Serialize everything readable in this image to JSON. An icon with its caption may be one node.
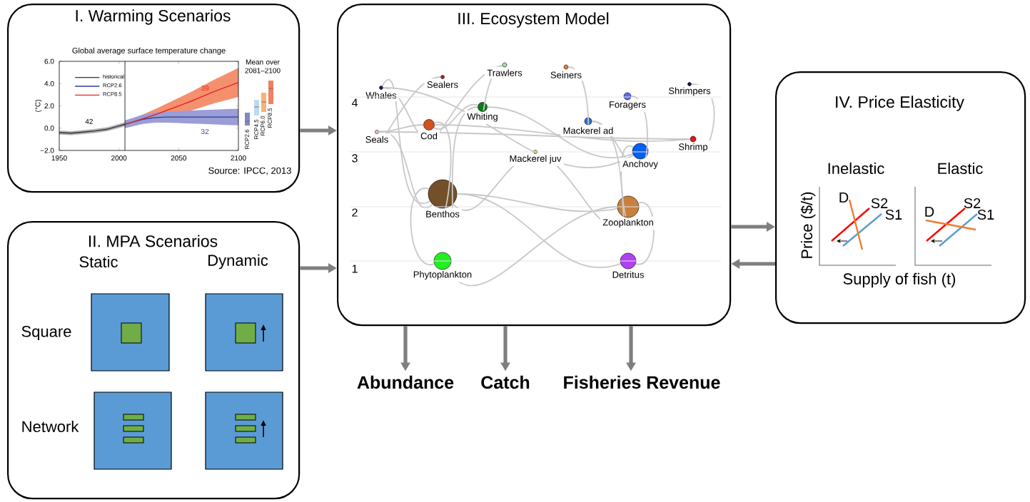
{
  "diagram": {
    "nodes": [
      {
        "text": [
          "I. Warming Scenarios"
        ]
      },
      {
        "text": [
          "II. MPA Scenarios"
        ]
      },
      {
        "text": [
          "III. Ecosystem Model"
        ]
      },
      {
        "text": [
          "IV. Price Elasticity"
        ]
      },
      {
        "text": [
          "Abundance"
        ]
      },
      {
        "text": [
          "Catch"
        ]
      },
      {
        "text": [
          "Fisheries Revenue"
        ]
      },
      {
        "text": [
          "Whales"
        ],
        "in": 2
      },
      {
        "text": [
          "Sealers"
        ],
        "in": 2
      },
      {
        "text": [
          "Trawlers"
        ],
        "in": 2
      },
      {
        "text": [
          "Seiners"
        ],
        "in": 2
      },
      {
        "text": [
          "Shrimpers"
        ],
        "in": 2
      },
      {
        "text": [
          "Foragers"
        ],
        "in": 2
      },
      {
        "text": [
          "Whiting"
        ],
        "in": 2
      },
      {
        "text": [
          "Cod"
        ],
        "in": 2
      },
      {
        "text": [
          "Mackerel ad"
        ],
        "in": 2
      },
      {
        "text": [
          "Seals"
        ],
        "in": 2
      },
      {
        "text": [
          "Shrimp"
        ],
        "in": 2
      },
      {
        "text": [
          "Anchovy"
        ],
        "in": 2
      },
      {
        "text": [
          "Mackerel juv"
        ],
        "in": 2
      },
      {
        "text": [
          "Benthos"
        ],
        "in": 2
      },
      {
        "text": [
          "Zooplankton"
        ],
        "in": 2
      },
      {
        "text": [
          "Phytoplankton"
        ],
        "in": 2
      },
      {
        "text": [
          "Detritus"
        ],
        "in": 2
      }
    ],
    "edges": [
      {
        "from": 0,
        "to": 2,
        "arrow": "to",
        "style": "thick",
        "color": "#7f7f7f"
      },
      {
        "from": 1,
        "to": 2,
        "arrow": "to",
        "style": "thick",
        "color": "#7f7f7f"
      },
      {
        "from": 2,
        "to": 3,
        "arrow": "to",
        "style": "thick",
        "color": "#7f7f7f"
      },
      {
        "from": 3,
        "to": 2,
        "arrow": "to",
        "style": "thick",
        "color": "#7f7f7f"
      },
      {
        "from": 2,
        "to": 4,
        "arrow": "to",
        "style": "thick",
        "color": "#7f7f7f"
      },
      {
        "from": 2,
        "to": 5,
        "arrow": "to",
        "style": "thick",
        "color": "#7f7f7f"
      },
      {
        "from": 2,
        "to": 6,
        "arrow": "to",
        "style": "thick",
        "color": "#7f7f7f"
      },
      {
        "from": 8,
        "to": 16,
        "arrow": "none"
      },
      {
        "from": 9,
        "to": 14,
        "arrow": "none"
      },
      {
        "from": 9,
        "to": 13,
        "arrow": "none"
      },
      {
        "from": 7,
        "to": 14,
        "arrow": "none"
      },
      {
        "from": 7,
        "to": 18,
        "arrow": "none"
      },
      {
        "from": 7,
        "to": 20,
        "arrow": "none"
      },
      {
        "from": 10,
        "to": 15,
        "arrow": "none"
      },
      {
        "from": 12,
        "to": 18,
        "arrow": "none"
      },
      {
        "from": 11,
        "to": 17,
        "arrow": "none"
      },
      {
        "from": 13,
        "to": 18,
        "arrow": "none"
      },
      {
        "from": 13,
        "to": 20,
        "arrow": "none"
      },
      {
        "from": 14,
        "to": 20,
        "arrow": "none"
      },
      {
        "from": 14,
        "to": 17,
        "arrow": "none"
      },
      {
        "from": 14,
        "to": 13,
        "arrow": "none"
      },
      {
        "from": 16,
        "to": 17,
        "arrow": "none"
      },
      {
        "from": 16,
        "to": 20,
        "arrow": "none"
      },
      {
        "from": 16,
        "to": 14,
        "arrow": "none"
      },
      {
        "from": 15,
        "to": 18,
        "arrow": "none"
      },
      {
        "from": 15,
        "to": 21,
        "arrow": "none"
      },
      {
        "from": 19,
        "to": 20,
        "arrow": "none"
      },
      {
        "from": 19,
        "to": 21,
        "arrow": "none"
      },
      {
        "from": 18,
        "to": 21,
        "arrow": "none"
      },
      {
        "from": 20,
        "to": 21,
        "arrow": "none"
      },
      {
        "from": 20,
        "to": 23,
        "arrow": "none"
      },
      {
        "from": 20,
        "to": 22,
        "arrow": "none"
      },
      {
        "from": 22,
        "to": 21,
        "arrow": "none"
      },
      {
        "from": 21,
        "to": 23,
        "arrow": "none"
      }
    ],
    "labels": [
      "Mean over 2081–2100",
      "RCP2.6",
      "RCP4.5",
      "RCP6.0",
      "RCP8.5",
      "Source: IPCC, 2013",
      "Static",
      "Dynamic",
      "Square",
      "Network",
      "4",
      "3",
      "2",
      "1",
      "Inelastic",
      "Elastic",
      "D",
      "S2",
      "S1",
      "D",
      "S2",
      "S1",
      "Price ($/t)",
      "Supply of fish (t)"
    ],
    "chart_data": {
      "type": "line",
      "title": "Global average surface temperature change",
      "ylabel": "(°C)",
      "x": [
        1950,
        1960,
        1970,
        1980,
        1990,
        2000,
        2005,
        2010,
        2020,
        2030,
        2040,
        2050,
        2060,
        2070,
        2080,
        2090,
        2100
      ],
      "series": [
        {
          "name": "historical",
          "color": "#333333",
          "values": [
            -0.4,
            -0.45,
            -0.35,
            -0.25,
            -0.1,
            0.2,
            0.35,
            null,
            null,
            null,
            null,
            null,
            null,
            null,
            null,
            null,
            null
          ]
        },
        {
          "name": "RCP2.6",
          "color": "#2b3d9e",
          "values": [
            null,
            null,
            null,
            null,
            null,
            null,
            0.35,
            0.5,
            0.8,
            0.95,
            1.0,
            1.0,
            1.0,
            1.0,
            1.0,
            1.0,
            1.0
          ]
        },
        {
          "name": "RCP8.5",
          "color": "#e8251f",
          "values": [
            null,
            null,
            null,
            null,
            null,
            null,
            0.35,
            0.5,
            0.85,
            1.2,
            1.6,
            2.0,
            2.4,
            2.85,
            3.3,
            3.7,
            4.1
          ]
        }
      ],
      "xlim": [
        1950,
        2100
      ],
      "ylim": [
        -2,
        6
      ],
      "xticks": [
        {
          "value": 1950,
          "label": "1950"
        },
        {
          "value": 2000,
          "label": "2000"
        },
        {
          "value": 2050,
          "label": "2050"
        },
        {
          "value": 2100,
          "label": "2100"
        }
      ],
      "yticks": [
        {
          "value": -2,
          "label": "−2.0"
        },
        {
          "value": 0,
          "label": "0.0"
        },
        {
          "value": 2,
          "label": "2.0"
        },
        {
          "value": 4,
          "label": "4.0"
        },
        {
          "value": 6,
          "label": "6.0"
        }
      ],
      "legend": "upper left",
      "annotations": [
        "42",
        "39",
        "32"
      ]
    }
  }
}
